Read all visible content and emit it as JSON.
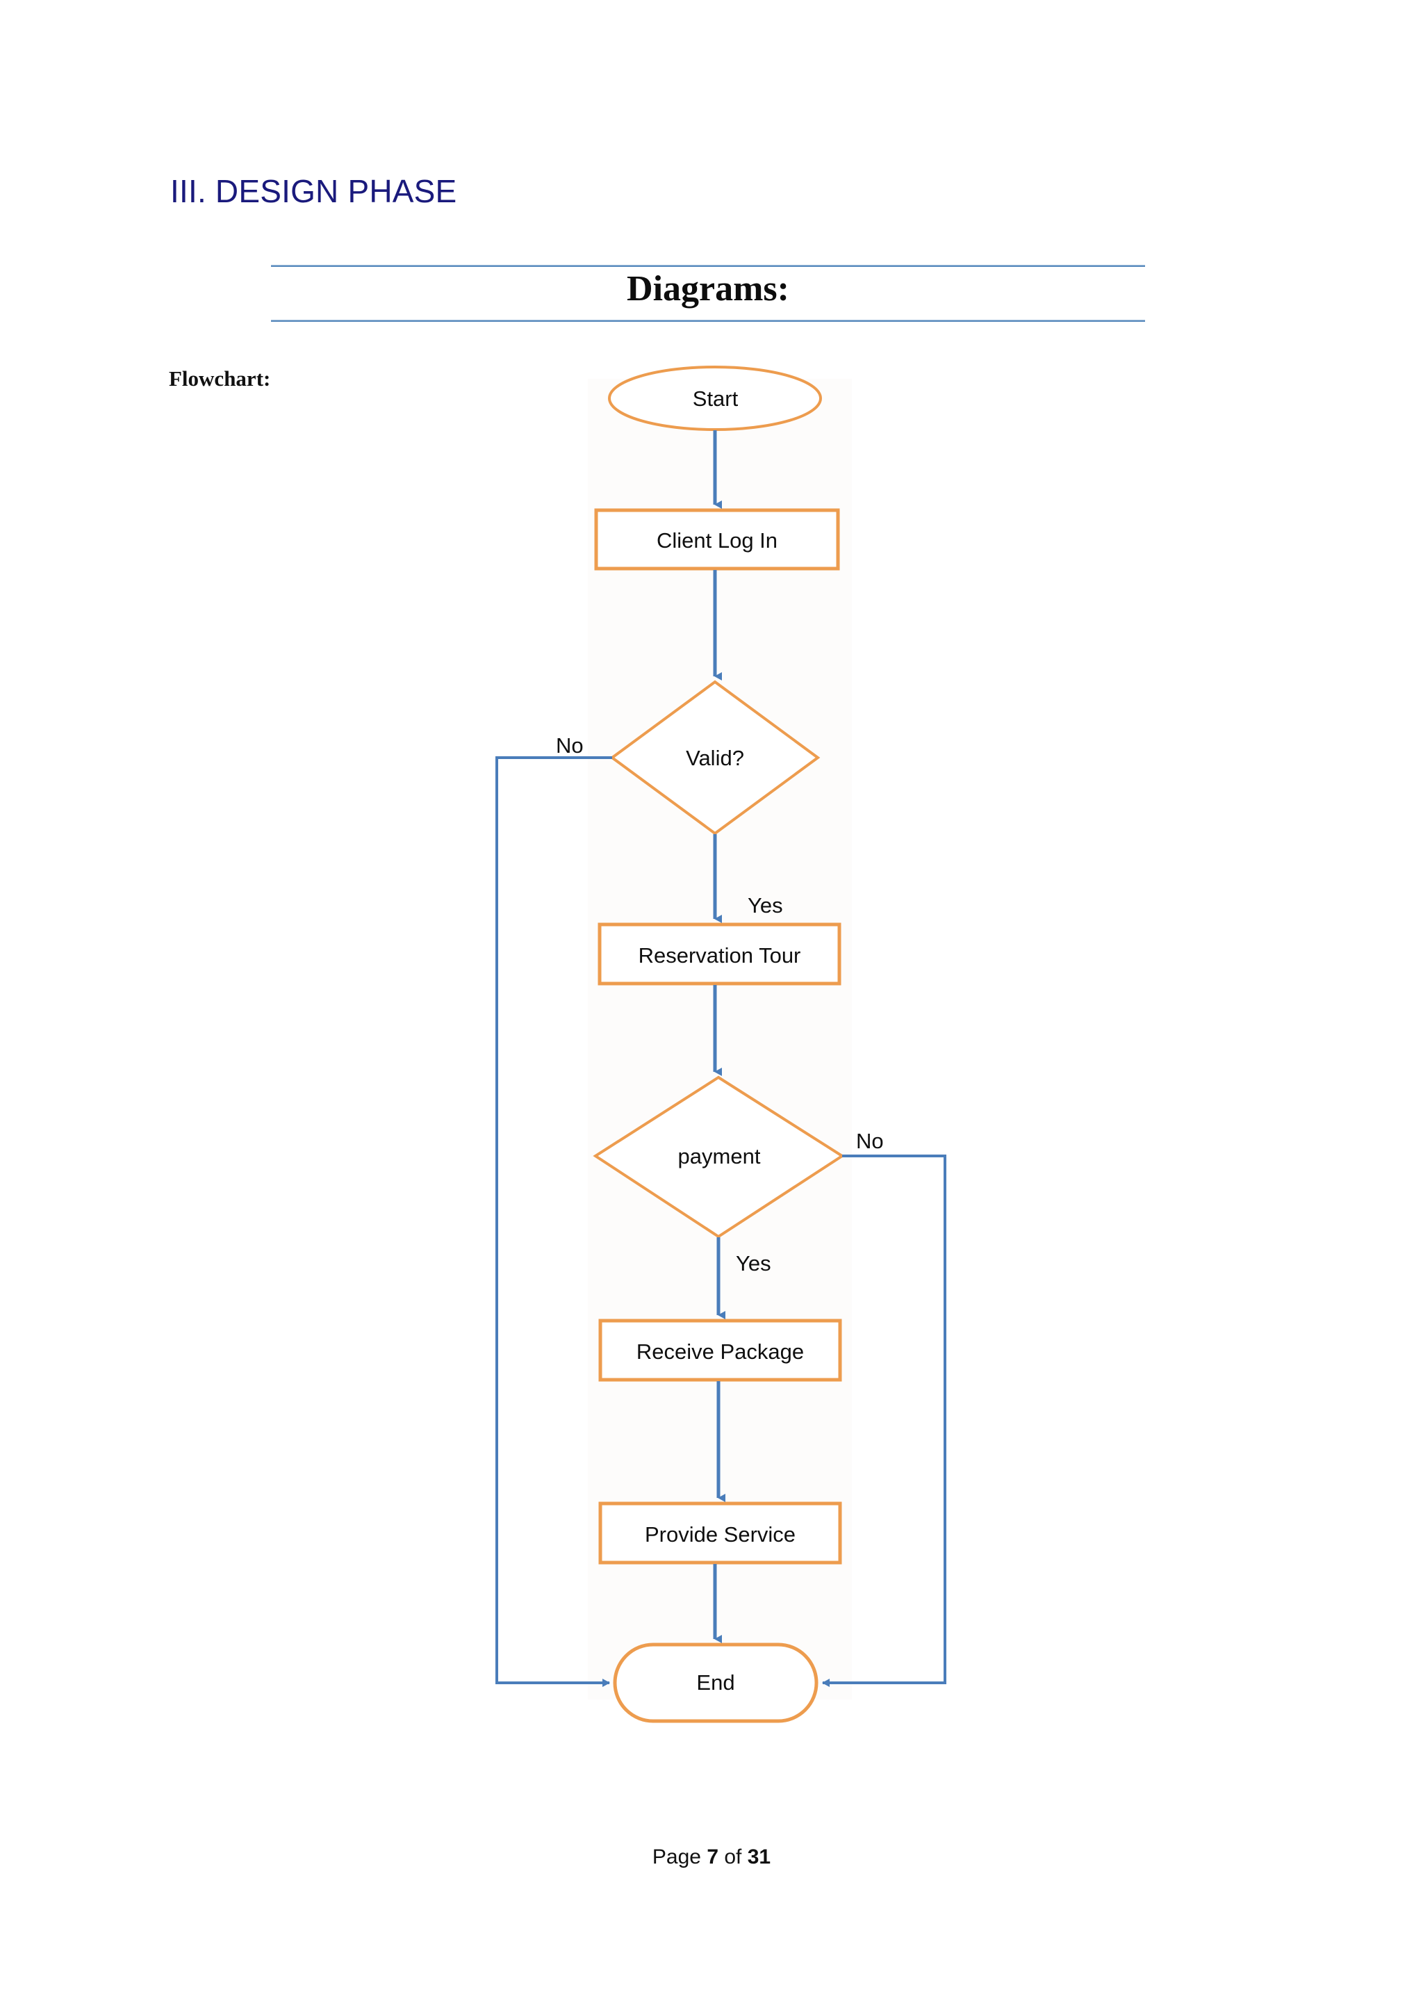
{
  "document": {
    "section_title": "III. DESIGN PHASE",
    "diagrams_title": "Diagrams:",
    "flowchart_label": "Flowchart:",
    "footer": {
      "prefix": "Page ",
      "page_number": "7",
      "middle": " of ",
      "total_pages": "31"
    }
  },
  "colors": {
    "heading_navy": "#1a1a7c",
    "rule_blue": "#5b8cbe",
    "node_orange": "#ed9c4e",
    "connector_blue": "#4a7dba",
    "text_black": "#0f0f0f",
    "page_background": "#ffffff"
  },
  "chart_data": {
    "type": "diagram",
    "diagram_type": "flowchart",
    "title": "Flowchart",
    "nodes": [
      {
        "id": "start",
        "shape": "ellipse",
        "label": "Start"
      },
      {
        "id": "login",
        "shape": "rectangle",
        "label": "Client Log In"
      },
      {
        "id": "valid",
        "shape": "diamond",
        "label": "Valid?"
      },
      {
        "id": "reservation",
        "shape": "rectangle",
        "label": "Reservation Tour"
      },
      {
        "id": "payment",
        "shape": "diamond",
        "label": "payment"
      },
      {
        "id": "receive",
        "shape": "rectangle",
        "label": "Receive Package"
      },
      {
        "id": "provide",
        "shape": "rectangle",
        "label": "Provide Service"
      },
      {
        "id": "end",
        "shape": "stadium",
        "label": "End"
      }
    ],
    "edges": [
      {
        "from": "start",
        "to": "login",
        "label": ""
      },
      {
        "from": "login",
        "to": "valid",
        "label": ""
      },
      {
        "from": "valid",
        "to": "end",
        "label": "No"
      },
      {
        "from": "valid",
        "to": "reservation",
        "label": "Yes"
      },
      {
        "from": "reservation",
        "to": "payment",
        "label": ""
      },
      {
        "from": "payment",
        "to": "end",
        "label": "No"
      },
      {
        "from": "payment",
        "to": "receive",
        "label": "Yes"
      },
      {
        "from": "receive",
        "to": "provide",
        "label": ""
      },
      {
        "from": "provide",
        "to": "end",
        "label": ""
      }
    ],
    "edge_labels": {
      "valid_no": "No",
      "valid_yes": "Yes",
      "payment_no": "No",
      "payment_yes": "Yes"
    }
  }
}
